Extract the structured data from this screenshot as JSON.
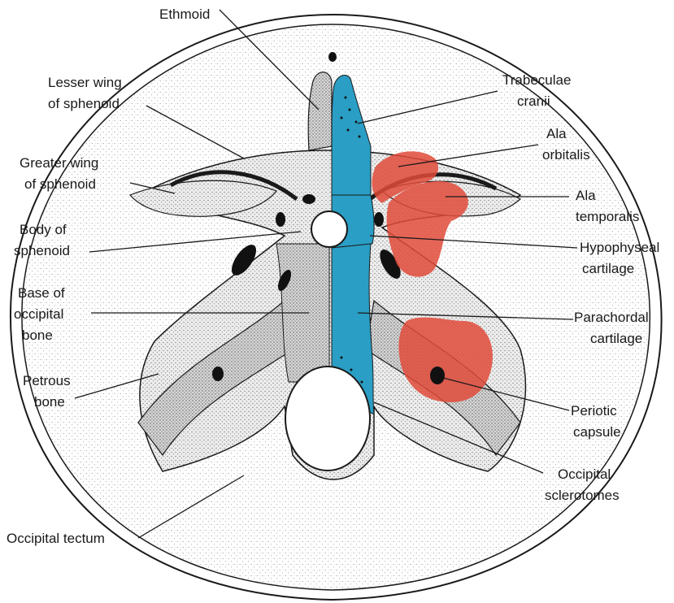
{
  "colors": {
    "trabeculae": "#2a9ec4",
    "ala": "#e04a3a",
    "bone_stipple": "#8a8a8a",
    "outline": "#1a1a1a"
  },
  "labels": {
    "ethmoid": [
      "Ethmoid"
    ],
    "lesser_wing": [
      "Lesser wing",
      "of sphenoid"
    ],
    "greater_wing": [
      "Greater wing",
      "of sphenoid"
    ],
    "body_sphenoid": [
      "Body of",
      "sphenoid"
    ],
    "base_occipital": [
      "Base of",
      "occipital",
      "bone"
    ],
    "petrous": [
      "Petrous",
      "bone"
    ],
    "occipital_tectum": [
      "Occipital tectum"
    ],
    "trabeculae": [
      "Trabeculae",
      "cranii"
    ],
    "ala_orbitalis": [
      "Ala",
      "orbitalis"
    ],
    "ala_temporalis": [
      "Ala",
      "temporalis"
    ],
    "hypophyseal": [
      "Hypophyseal",
      "cartilage"
    ],
    "parachordal": [
      "Parachordal",
      "cartilage"
    ],
    "periotic": [
      "Periotic",
      "capsule"
    ],
    "occipital_sclerotomes": [
      "Occipital",
      "sclerotomes"
    ]
  }
}
